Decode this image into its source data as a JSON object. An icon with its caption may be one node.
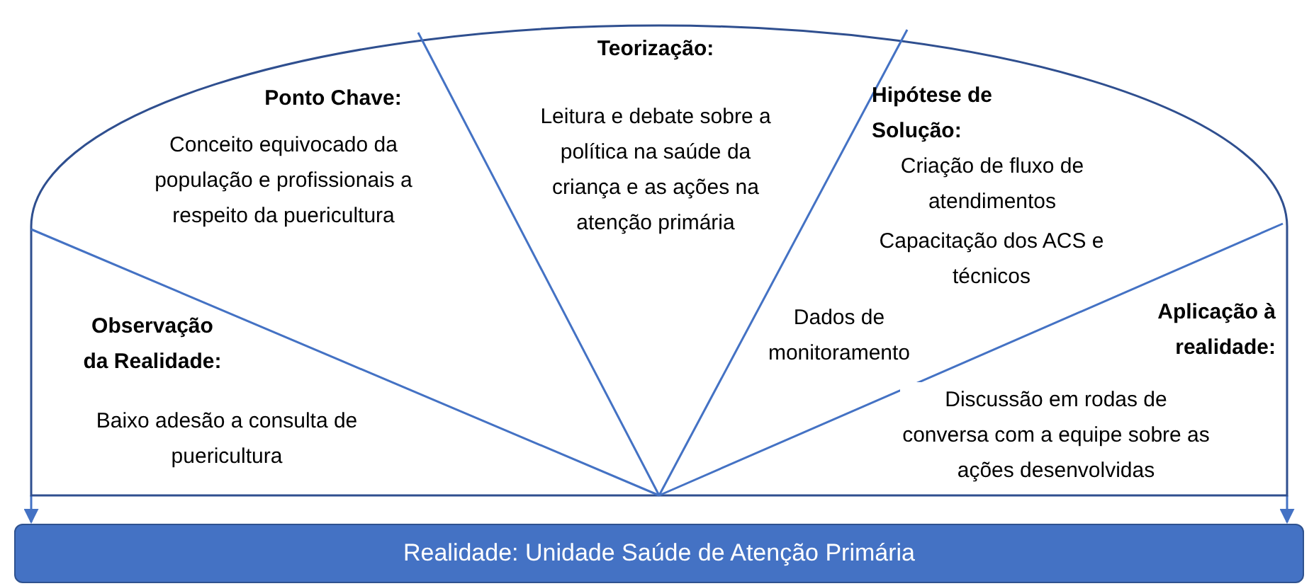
{
  "diagram": {
    "nodes": [
      {
        "text": [],
        "shape": "arch"
      },
      {
        "text": [
          "Observação da Realidade:",
          "Baixo adesão a consulta de puericultura"
        ],
        "in": 0
      },
      {
        "text": [
          "Ponto Chave:",
          "Conceito equivocado da população e profissionais a respeito da puericultura"
        ],
        "in": 0
      },
      {
        "text": [
          "Teorização:",
          "Leitura e debate sobre a política na saúde da criança e as ações na atenção primária"
        ],
        "in": 0
      },
      {
        "text": [
          "Hipótese de Solução:",
          "Criação de fluxo de atendimentos",
          "Capacitação dos ACS e técnicos",
          "Dados de monitoramento"
        ],
        "in": 0
      },
      {
        "text": [
          "Aplicação à realidade:",
          "Discussão em rodas de conversa com a equipe sobre as ações desenvolvidas"
        ],
        "in": 0
      },
      {
        "text": [
          "Realidade: Unidade Saúde de Atenção Primária"
        ]
      }
    ],
    "edges": [
      {
        "from": 0,
        "to": 6,
        "arrow": "to"
      },
      {
        "from": 0,
        "to": 6,
        "arrow": "to"
      }
    ]
  }
}
